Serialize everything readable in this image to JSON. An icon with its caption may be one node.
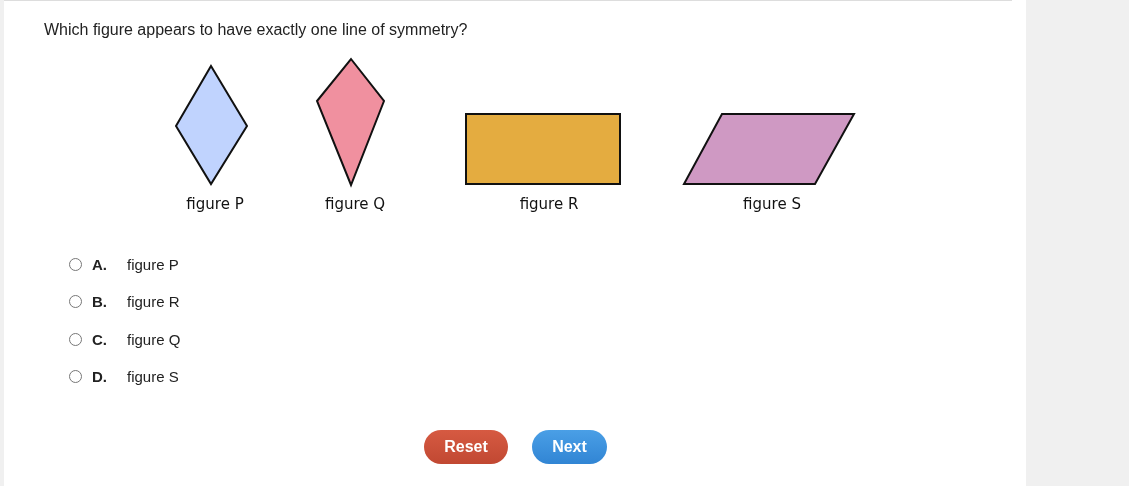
{
  "diagram": {
    "title": "Which figure appears to have exactly one line of symmetry?",
    "nodes": [
      {
        "text": [
          "figure P"
        ]
      },
      {
        "text": [
          "figure Q"
        ]
      },
      {
        "text": [
          "figure R"
        ]
      },
      {
        "text": [
          "figure S"
        ]
      }
    ],
    "edges": [],
    "labels": [
      "A.",
      "figure P",
      "B.",
      "figure R",
      "C.",
      "figure Q",
      "D.",
      "figure S",
      "Reset",
      "Next"
    ]
  }
}
